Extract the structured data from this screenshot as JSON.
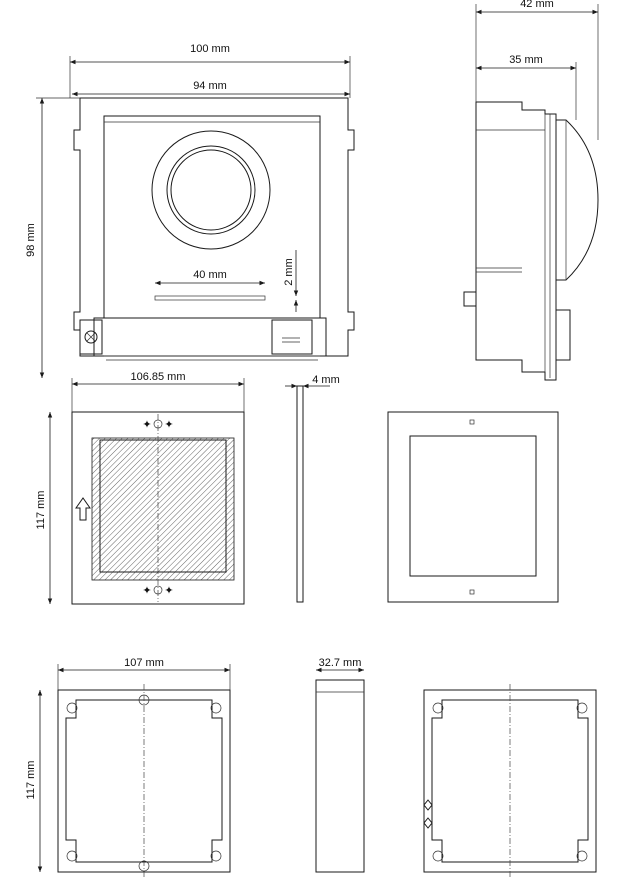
{
  "views": {
    "module_front": {
      "width_outer": "100 mm",
      "width_inner": "94 mm",
      "height": "98 mm",
      "slot_width": "40 mm",
      "slot_height": "2 mm"
    },
    "module_side": {
      "depth_total": "42 mm",
      "depth_body": "35 mm"
    },
    "frame_front": {
      "width": "106.85 mm",
      "height": "117 mm"
    },
    "frame_side": {
      "thickness": "4 mm"
    },
    "backbox_front": {
      "width": "107 mm",
      "height": "117 mm"
    },
    "backbox_side": {
      "depth": "32.7 mm"
    }
  },
  "colors": {
    "line": "#1a1a1a",
    "background": "#ffffff"
  }
}
